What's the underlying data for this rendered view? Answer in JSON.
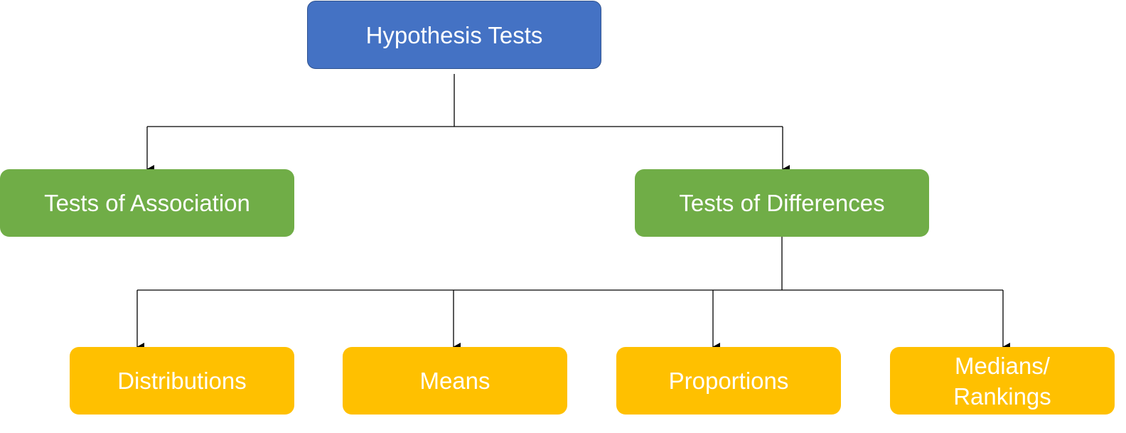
{
  "diagram": {
    "root": {
      "label": "Hypothesis Tests"
    },
    "categories": [
      {
        "label": "Tests of Association"
      },
      {
        "label": "Tests of Differences"
      }
    ],
    "difference_tests": [
      {
        "label": "Distributions"
      },
      {
        "label": "Means"
      },
      {
        "label": "Proportions"
      },
      {
        "label": "Medians/\nRankings"
      }
    ]
  },
  "colors": {
    "root_fill": "#4472c4",
    "category_fill": "#70ad47",
    "leaf_fill": "#ffc000",
    "connector": "#000000",
    "text": "#ffffff"
  }
}
